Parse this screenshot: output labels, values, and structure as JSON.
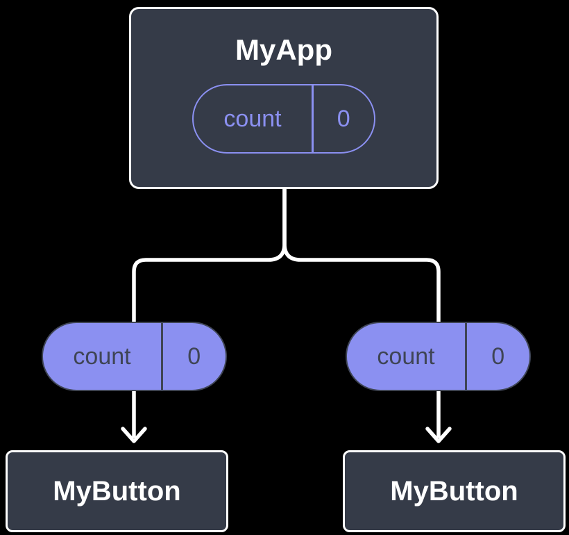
{
  "diagram": {
    "colors": {
      "background": "#000000",
      "node_fill": "#353B48",
      "node_border": "#ffffff",
      "accent": "#8B90F1",
      "pill_dark": "#3F4555",
      "wire": "#ffffff"
    },
    "root": {
      "title": "MyApp",
      "state": {
        "name": "count",
        "value": "0"
      }
    },
    "props": [
      {
        "name": "count",
        "value": "0"
      },
      {
        "name": "count",
        "value": "0"
      }
    ],
    "children": [
      {
        "title": "MyButton"
      },
      {
        "title": "MyButton"
      }
    ]
  }
}
